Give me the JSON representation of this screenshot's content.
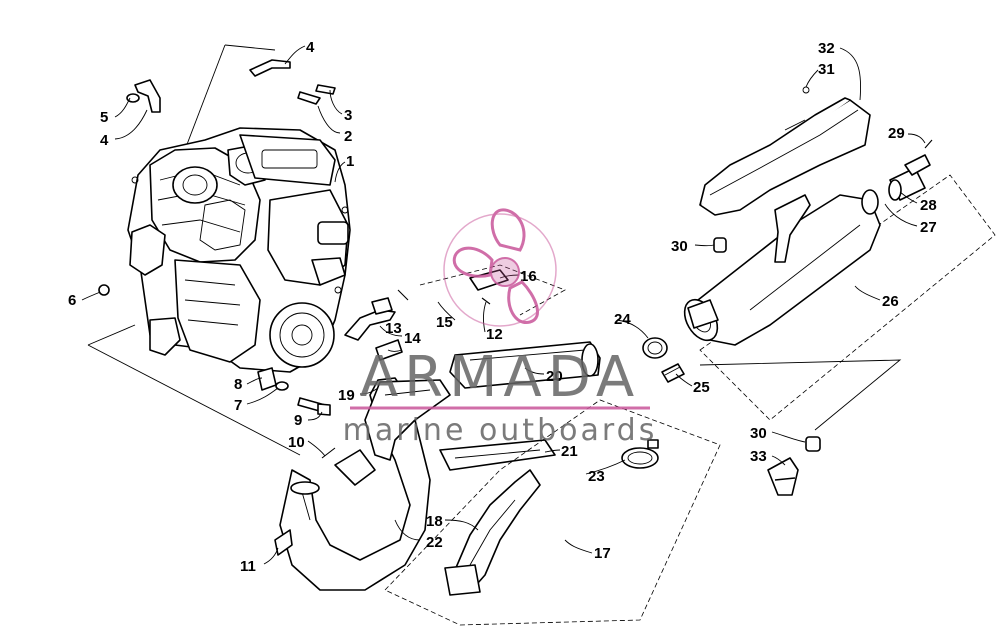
{
  "diagram": {
    "callouts": [
      "1",
      "2",
      "3",
      "4",
      "4",
      "5",
      "6",
      "7",
      "8",
      "9",
      "10",
      "11",
      "12",
      "13",
      "14",
      "15",
      "16",
      "17",
      "18",
      "19",
      "20",
      "21",
      "22",
      "23",
      "24",
      "25",
      "26",
      "27",
      "28",
      "29",
      "30",
      "30",
      "31",
      "32",
      "33"
    ]
  },
  "watermark": {
    "brand": "ARMADA",
    "tagline": "marine outboards",
    "accent_color": "#c8559a"
  }
}
